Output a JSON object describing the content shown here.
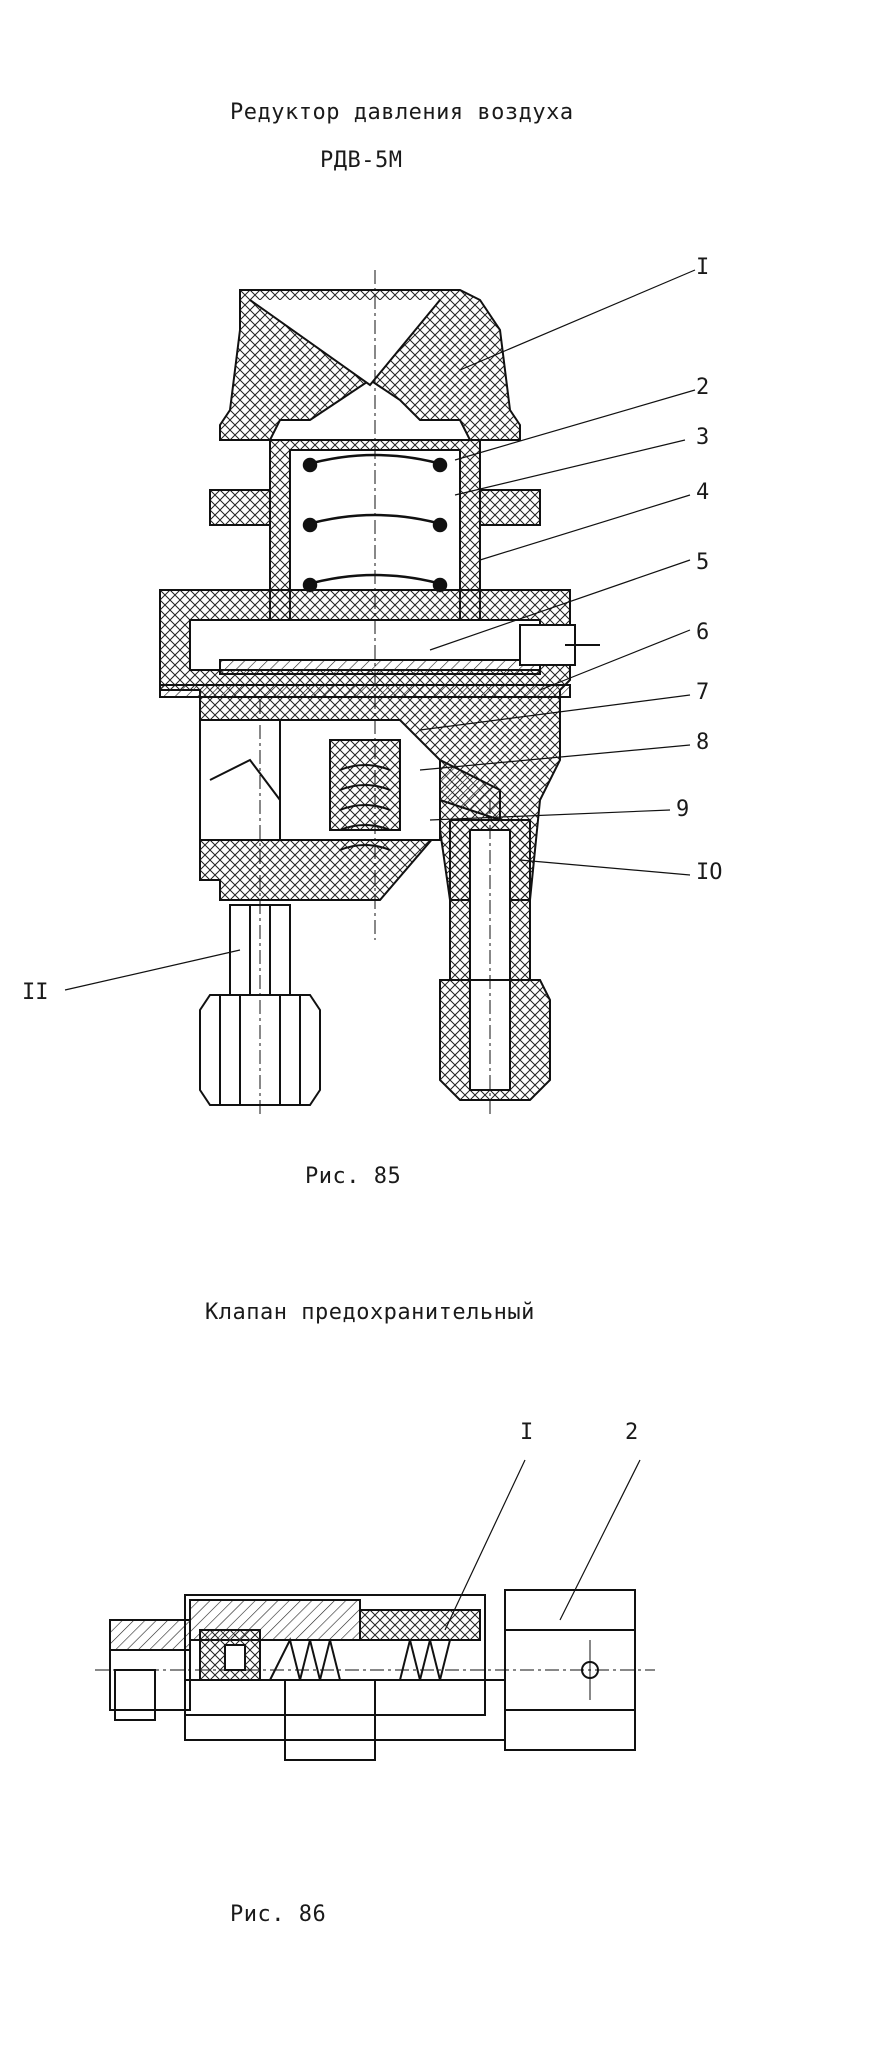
{
  "figure85": {
    "title": "Редуктор давления воздуха",
    "model": "РДВ-5М",
    "caption": "Рис. 85",
    "labels": {
      "l1": "I",
      "l2": "2",
      "l3": "3",
      "l4": "4",
      "l5": "5",
      "l6": "6",
      "l7": "7",
      "l8": "8",
      "l9": "9",
      "l10": "IO",
      "l11": "II"
    }
  },
  "figure86": {
    "title": "Клапан предохранительный",
    "caption": "Рис. 86",
    "labels": {
      "l1": "I",
      "l2": "2"
    }
  }
}
